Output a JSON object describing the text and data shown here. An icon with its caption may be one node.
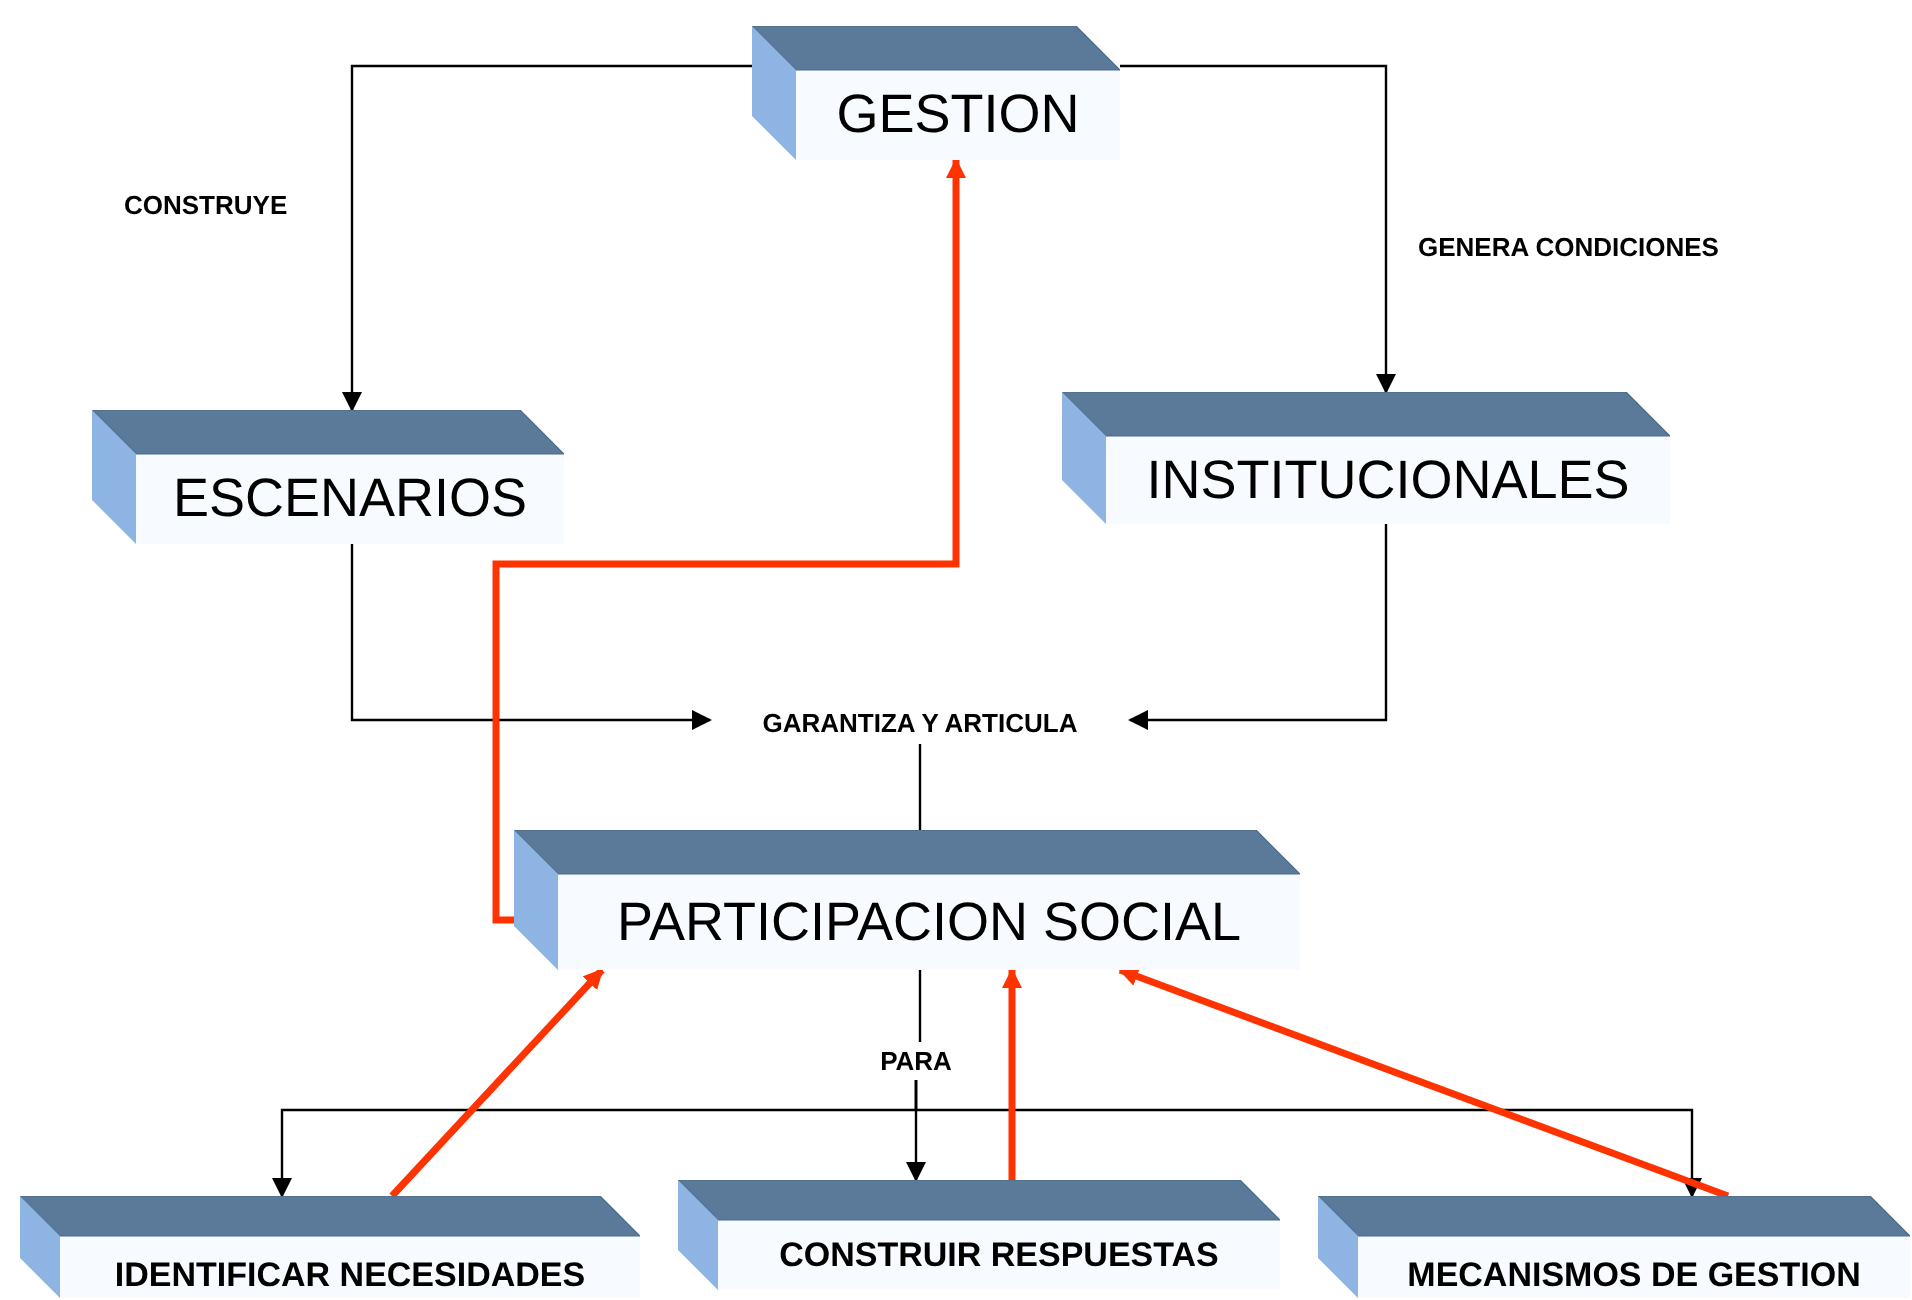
{
  "diagram": {
    "nodes": [
      {
        "text": [
          "GESTION"
        ]
      },
      {
        "text": [
          "ESCENARIOS"
        ]
      },
      {
        "text": [
          "INSTITUCIONALES"
        ]
      },
      {
        "text": [
          "GARANTIZA Y ARTICULA"
        ]
      },
      {
        "text": [
          "PARTICIPACION SOCIAL"
        ]
      },
      {
        "text": [
          "PARA"
        ]
      },
      {
        "text": [
          "IDENTIFICAR NECESIDADES"
        ]
      },
      {
        "text": [
          "CONSTRUIR RESPUESTAS"
        ]
      },
      {
        "text": [
          "MECANISMOS DE GESTION"
        ]
      }
    ],
    "edges": [
      {
        "from": 0,
        "to": 1,
        "arrow": "to",
        "label": "CONSTRUYE"
      },
      {
        "from": 0,
        "to": 2,
        "arrow": "to",
        "label": "GENERA CONDICIONES"
      },
      {
        "from": 1,
        "to": 3,
        "arrow": "to"
      },
      {
        "from": 2,
        "to": 3,
        "arrow": "to"
      },
      {
        "from": 3,
        "to": 4,
        "arrow": "none"
      },
      {
        "from": 4,
        "to": 0,
        "arrow": "to",
        "style": "thick",
        "color": "#ff3300"
      },
      {
        "from": 4,
        "to": 5,
        "arrow": "none"
      },
      {
        "from": 5,
        "to": 6,
        "arrow": "to"
      },
      {
        "from": 5,
        "to": 7,
        "arrow": "to"
      },
      {
        "from": 5,
        "to": 8,
        "arrow": "to"
      },
      {
        "from": 6,
        "to": 4,
        "arrow": "to",
        "style": "thick",
        "color": "#ff3300"
      },
      {
        "from": 7,
        "to": 4,
        "arrow": "to",
        "style": "thick",
        "color": "#ff3300"
      },
      {
        "from": 8,
        "to": 4,
        "arrow": "to",
        "style": "thick",
        "color": "#ff3300"
      }
    ]
  }
}
